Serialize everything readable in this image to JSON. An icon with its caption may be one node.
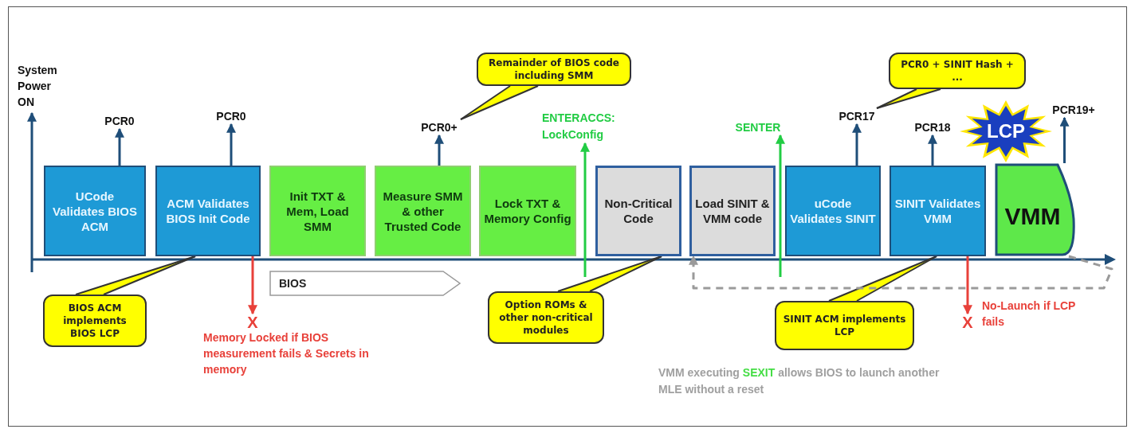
{
  "diagram": {
    "nodes": [
      {
        "text": [
          "System Power ON"
        ]
      },
      {
        "text": [
          "PCR0"
        ]
      },
      {
        "text": [
          "PCR0"
        ]
      },
      {
        "text": [
          "PCR0+"
        ]
      },
      {
        "text": [
          "ENTERACCS: LockConfig"
        ]
      },
      {
        "text": [
          "SENTER"
        ]
      },
      {
        "text": [
          "PCR17"
        ]
      },
      {
        "text": [
          "PCR18"
        ]
      },
      {
        "text": [
          "PCR19+"
        ]
      },
      {
        "text": [
          "Remainder of BIOS code including SMM"
        ]
      },
      {
        "text": [
          "PCR0 + SINIT Hash + ..."
        ]
      },
      {
        "text": [
          "UCode Validates BIOS ACM"
        ]
      },
      {
        "text": [
          "ACM Validates BIOS Init Code"
        ]
      },
      {
        "text": [
          "Init TXT & Mem, Load SMM"
        ]
      },
      {
        "text": [
          "Measure SMM & other Trusted Code"
        ]
      },
      {
        "text": [
          "Lock TXT & Memory Config"
        ]
      },
      {
        "text": [
          "Non-Critical Code"
        ]
      },
      {
        "text": [
          "Load SINIT & VMM code"
        ]
      },
      {
        "text": [
          "uCode Validates SINIT"
        ]
      },
      {
        "text": [
          "SINIT Validates VMM"
        ]
      },
      {
        "text": [
          "VMM"
        ]
      },
      {
        "text": [
          "LCP"
        ]
      },
      {
        "text": [
          "BIOS"
        ]
      },
      {
        "text": [
          "BIOS ACM implements BIOS LCP"
        ]
      },
      {
        "text": [
          "X"
        ],
        "beside": [
          "Memory Locked if BIOS measurement fails & Secrets in memory"
        ]
      },
      {
        "text": [
          "Option ROMs & other non-critical modules"
        ]
      },
      {
        "text": [
          "SINIT ACM implements LCP"
        ]
      },
      {
        "text": [
          "X"
        ],
        "beside": [
          "No-Launch if LCP fails"
        ]
      }
    ],
    "edges": [
      {
        "from": null,
        "to": 0,
        "arrow": "to"
      },
      {
        "from": 11,
        "to": 1,
        "arrow": "to"
      },
      {
        "from": 12,
        "to": 2,
        "arrow": "to"
      },
      {
        "from": 14,
        "to": 3,
        "arrow": "to"
      },
      {
        "from": null,
        "to": 4,
        "arrow": "to",
        "color": "#22cc44"
      },
      {
        "from": null,
        "to": 5,
        "arrow": "to",
        "color": "#22cc44"
      },
      {
        "from": 18,
        "to": 6,
        "arrow": "to"
      },
      {
        "from": 19,
        "to": 7,
        "arrow": "to"
      },
      {
        "from": 20,
        "to": 8,
        "arrow": "to"
      },
      {
        "from": 9,
        "to": 3,
        "arrow": "none"
      },
      {
        "from": 10,
        "to": 6,
        "arrow": "none"
      },
      {
        "from": 23,
        "to": 12,
        "arrow": "none"
      },
      {
        "from": 25,
        "to": 16,
        "arrow": "none"
      },
      {
        "from": 26,
        "to": 19,
        "arrow": "none"
      },
      {
        "from": 12,
        "to": 24,
        "arrow": "to",
        "color": "#e8413a"
      },
      {
        "from": 19,
        "to": 27,
        "arrow": "to",
        "color": "#e8413a"
      },
      {
        "from": 20,
        "to": 17,
        "arrow": "to",
        "style": "dashed",
        "color": "#9a9a9a"
      }
    ],
    "labels": [
      "VMM executing **SEXIT** allows BIOS to launch another MLE without a reset"
    ]
  }
}
